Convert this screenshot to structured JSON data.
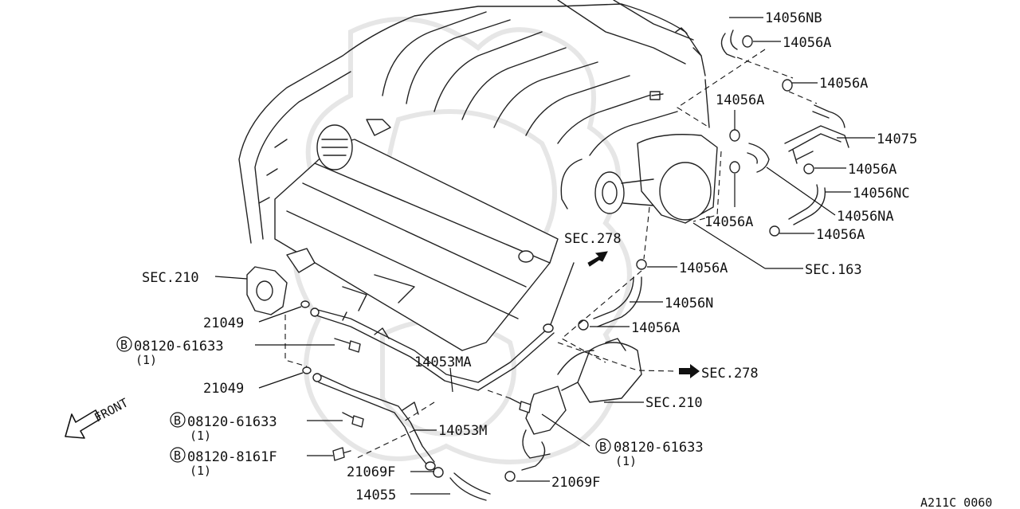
{
  "diagram": {
    "labels": {
      "l_14056NB": "14056NB",
      "l_14056A_1": "14056A",
      "l_14056A_2": "14056A",
      "l_14056A_3": "14056A",
      "l_14075": "14075",
      "l_14056A_4": "14056A",
      "l_14056NC": "14056NC",
      "l_14056A_5": "14056A",
      "l_14056NA": "14056NA",
      "l_14056A_6": "14056A",
      "l_sec278_top": "SEC.278",
      "l_14056A_7": "14056A",
      "l_sec163": "SEC.163",
      "l_14056N": "14056N",
      "l_14056A_8": "14056A",
      "l_sec210_left": "SEC.210",
      "l_21049_1": "21049",
      "l_bolt1_pn": "08120-61633",
      "l_bolt1_qty": "(1)",
      "l_14053MA": "14053MA",
      "l_sec278_right": "SEC.278",
      "l_21049_2": "21049",
      "l_sec210_right": "SEC.210",
      "l_front": "FRONT",
      "l_bolt2_pn": "08120-61633",
      "l_bolt2_qty": "(1)",
      "l_14053M": "14053M",
      "l_bolt3_pn": "08120-61633",
      "l_bolt3_qty": "(1)",
      "l_bolt4_pn": "08120-8161F",
      "l_bolt4_qty": "(1)",
      "l_21069F_1": "21069F",
      "l_21069F_2": "21069F",
      "l_14055": "14055",
      "bolt_marker": "B",
      "diagram_code": "A211C 0060"
    }
  }
}
